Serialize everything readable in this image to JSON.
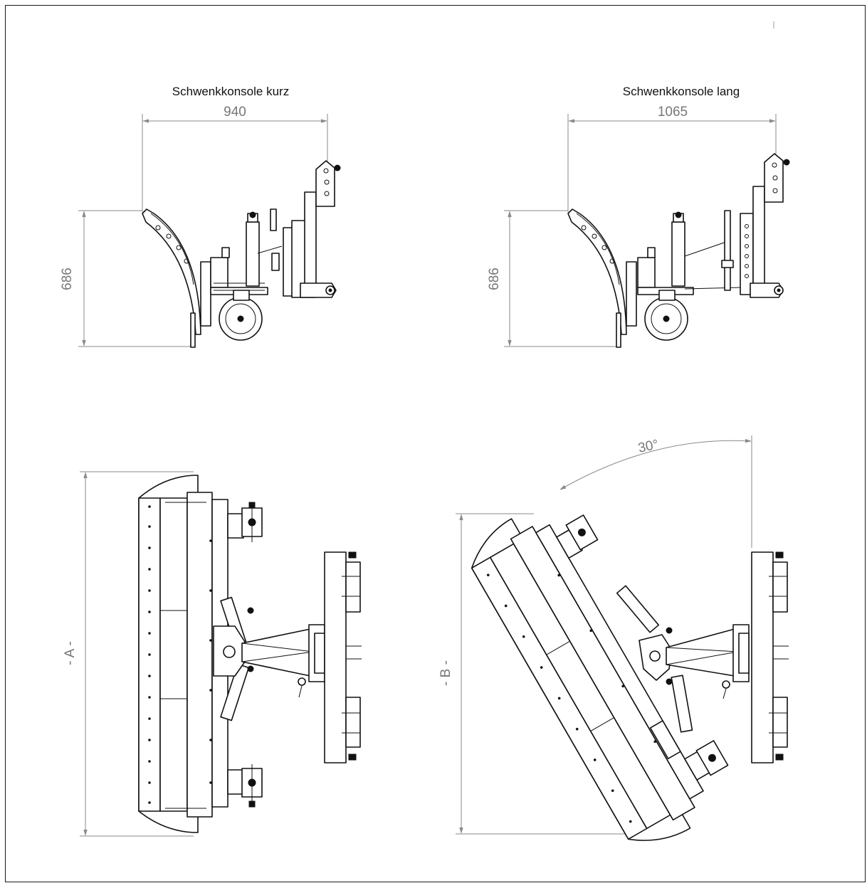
{
  "views": {
    "side_short": {
      "title": "Schwenkkonsole kurz",
      "width_label": "940",
      "height_label": "686"
    },
    "side_long": {
      "title": "Schwenkkonsole lang",
      "width_label": "1065",
      "height_label": "686"
    },
    "top_straight": {
      "dim_label": "- A -"
    },
    "top_angled": {
      "dim_label": "- B -",
      "angle_label": "30°"
    }
  },
  "colors": {
    "line": "#111111",
    "dimension": "#8a8a8a",
    "dimension_text": "#777777"
  }
}
